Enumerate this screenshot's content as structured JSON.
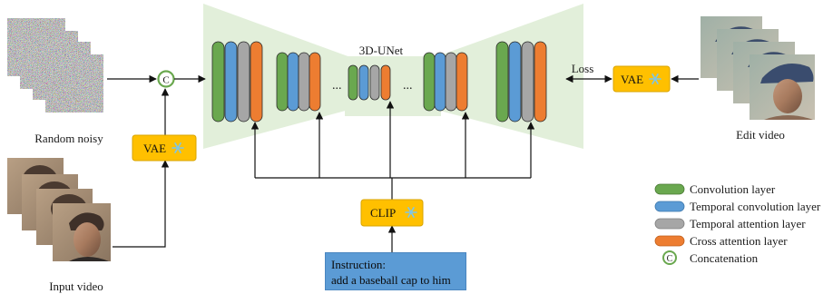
{
  "unet_title": "3D-UNet",
  "labels": {
    "random_noisy": "Random noisy",
    "input_video": "Input video",
    "edit_video": "Edit video",
    "loss": "Loss",
    "ellipsis": "..."
  },
  "concat_symbol": "C",
  "modules": {
    "vae_input": "VAE",
    "vae_output": "VAE",
    "clip": "CLIP"
  },
  "instruction": {
    "line1": "Instruction:",
    "line2": "add a baseball cap to him"
  },
  "legend": [
    {
      "label": "Convolution layer",
      "color": "#6aa84f"
    },
    {
      "label": "Temporal convolution layer",
      "color": "#5b9bd5"
    },
    {
      "label": "Temporal attention layer",
      "color": "#a6a6a6"
    },
    {
      "label": "Cross attention layer",
      "color": "#ed7d31"
    },
    {
      "label": "Concatenation",
      "symbol": "C"
    }
  ],
  "colors": {
    "conv": "#6aa84f",
    "temporal_conv": "#5b9bd5",
    "temporal_attn": "#a6a6a6",
    "cross_attn": "#ed7d31",
    "module_fill": "#ffc000",
    "unet_bg": "#e2efda",
    "instruction_bg": "#5b9bd5",
    "concat_ring": "#6aa84f",
    "frozen_icon": "#7fc6e8"
  },
  "icons": {
    "frozen": "snowflake-icon"
  }
}
